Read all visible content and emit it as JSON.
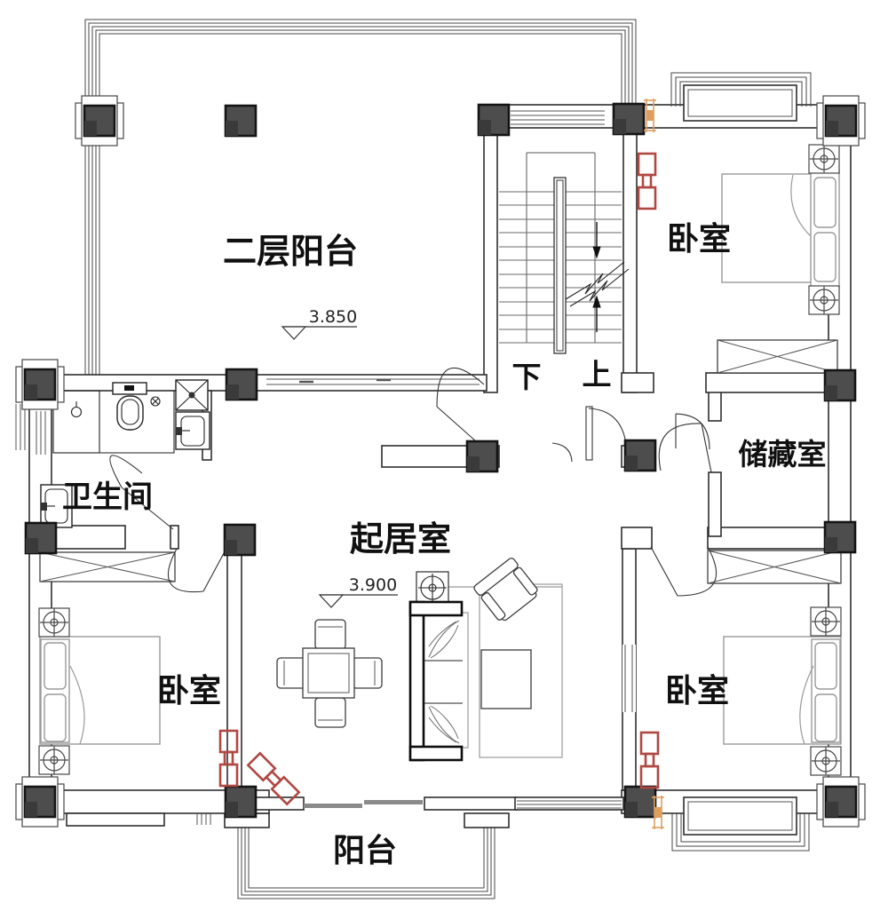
{
  "plan": {
    "rooms": {
      "upper_balcony": "二层阳台",
      "bedroom_top_right": "卧室",
      "storage_room": "储藏室",
      "bathroom": "卫生间",
      "living_room": "起居室",
      "bedroom_bottom_left": "卧室",
      "bedroom_bottom_right": "卧室",
      "balcony": "阳台"
    },
    "stairs": {
      "down": "下",
      "up": "上"
    },
    "elevations": {
      "upper_balcony": "3.850",
      "living_room": "3.900"
    },
    "colors": {
      "wall_line": "#2e2e2e",
      "column_fill": "#4d4d4d",
      "furniture_line": "#9a9a9a",
      "marker_red": "#b04842",
      "marker_orange": "#dd9f5f"
    }
  }
}
